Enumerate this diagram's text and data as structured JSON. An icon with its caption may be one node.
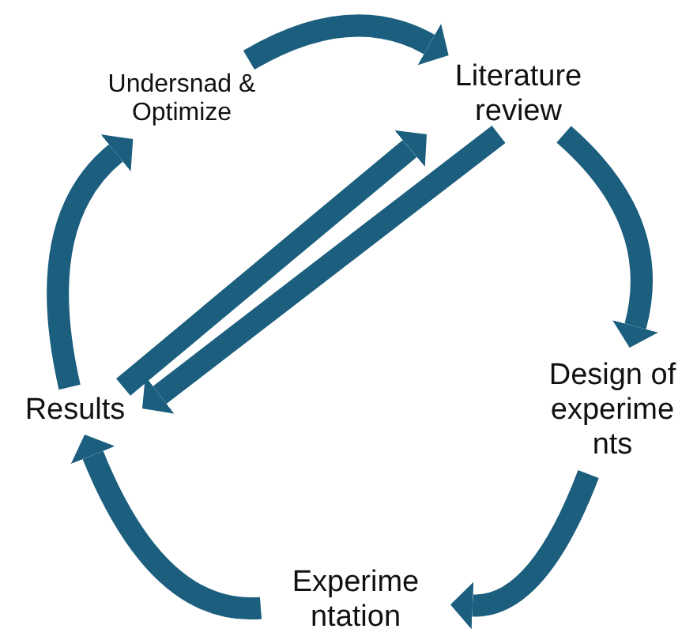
{
  "diagram": {
    "nodes": [
      {
        "text": [
          "Undersnad & Optimize"
        ]
      },
      {
        "text": [
          "Literature review"
        ]
      },
      {
        "text": [
          "Design of experime nts"
        ]
      },
      {
        "text": [
          "Experime ntation"
        ]
      },
      {
        "text": [
          "Results"
        ]
      }
    ],
    "edges": [
      {
        "from": 0,
        "to": 1,
        "arrow": "to"
      },
      {
        "from": 1,
        "to": 2,
        "arrow": "to"
      },
      {
        "from": 2,
        "to": 3,
        "arrow": "to"
      },
      {
        "from": 3,
        "to": 4,
        "arrow": "to"
      },
      {
        "from": 4,
        "to": 0,
        "arrow": "to"
      },
      {
        "from": 4,
        "to": 1,
        "arrow": "to"
      },
      {
        "from": 1,
        "to": 4,
        "arrow": "to"
      }
    ]
  }
}
